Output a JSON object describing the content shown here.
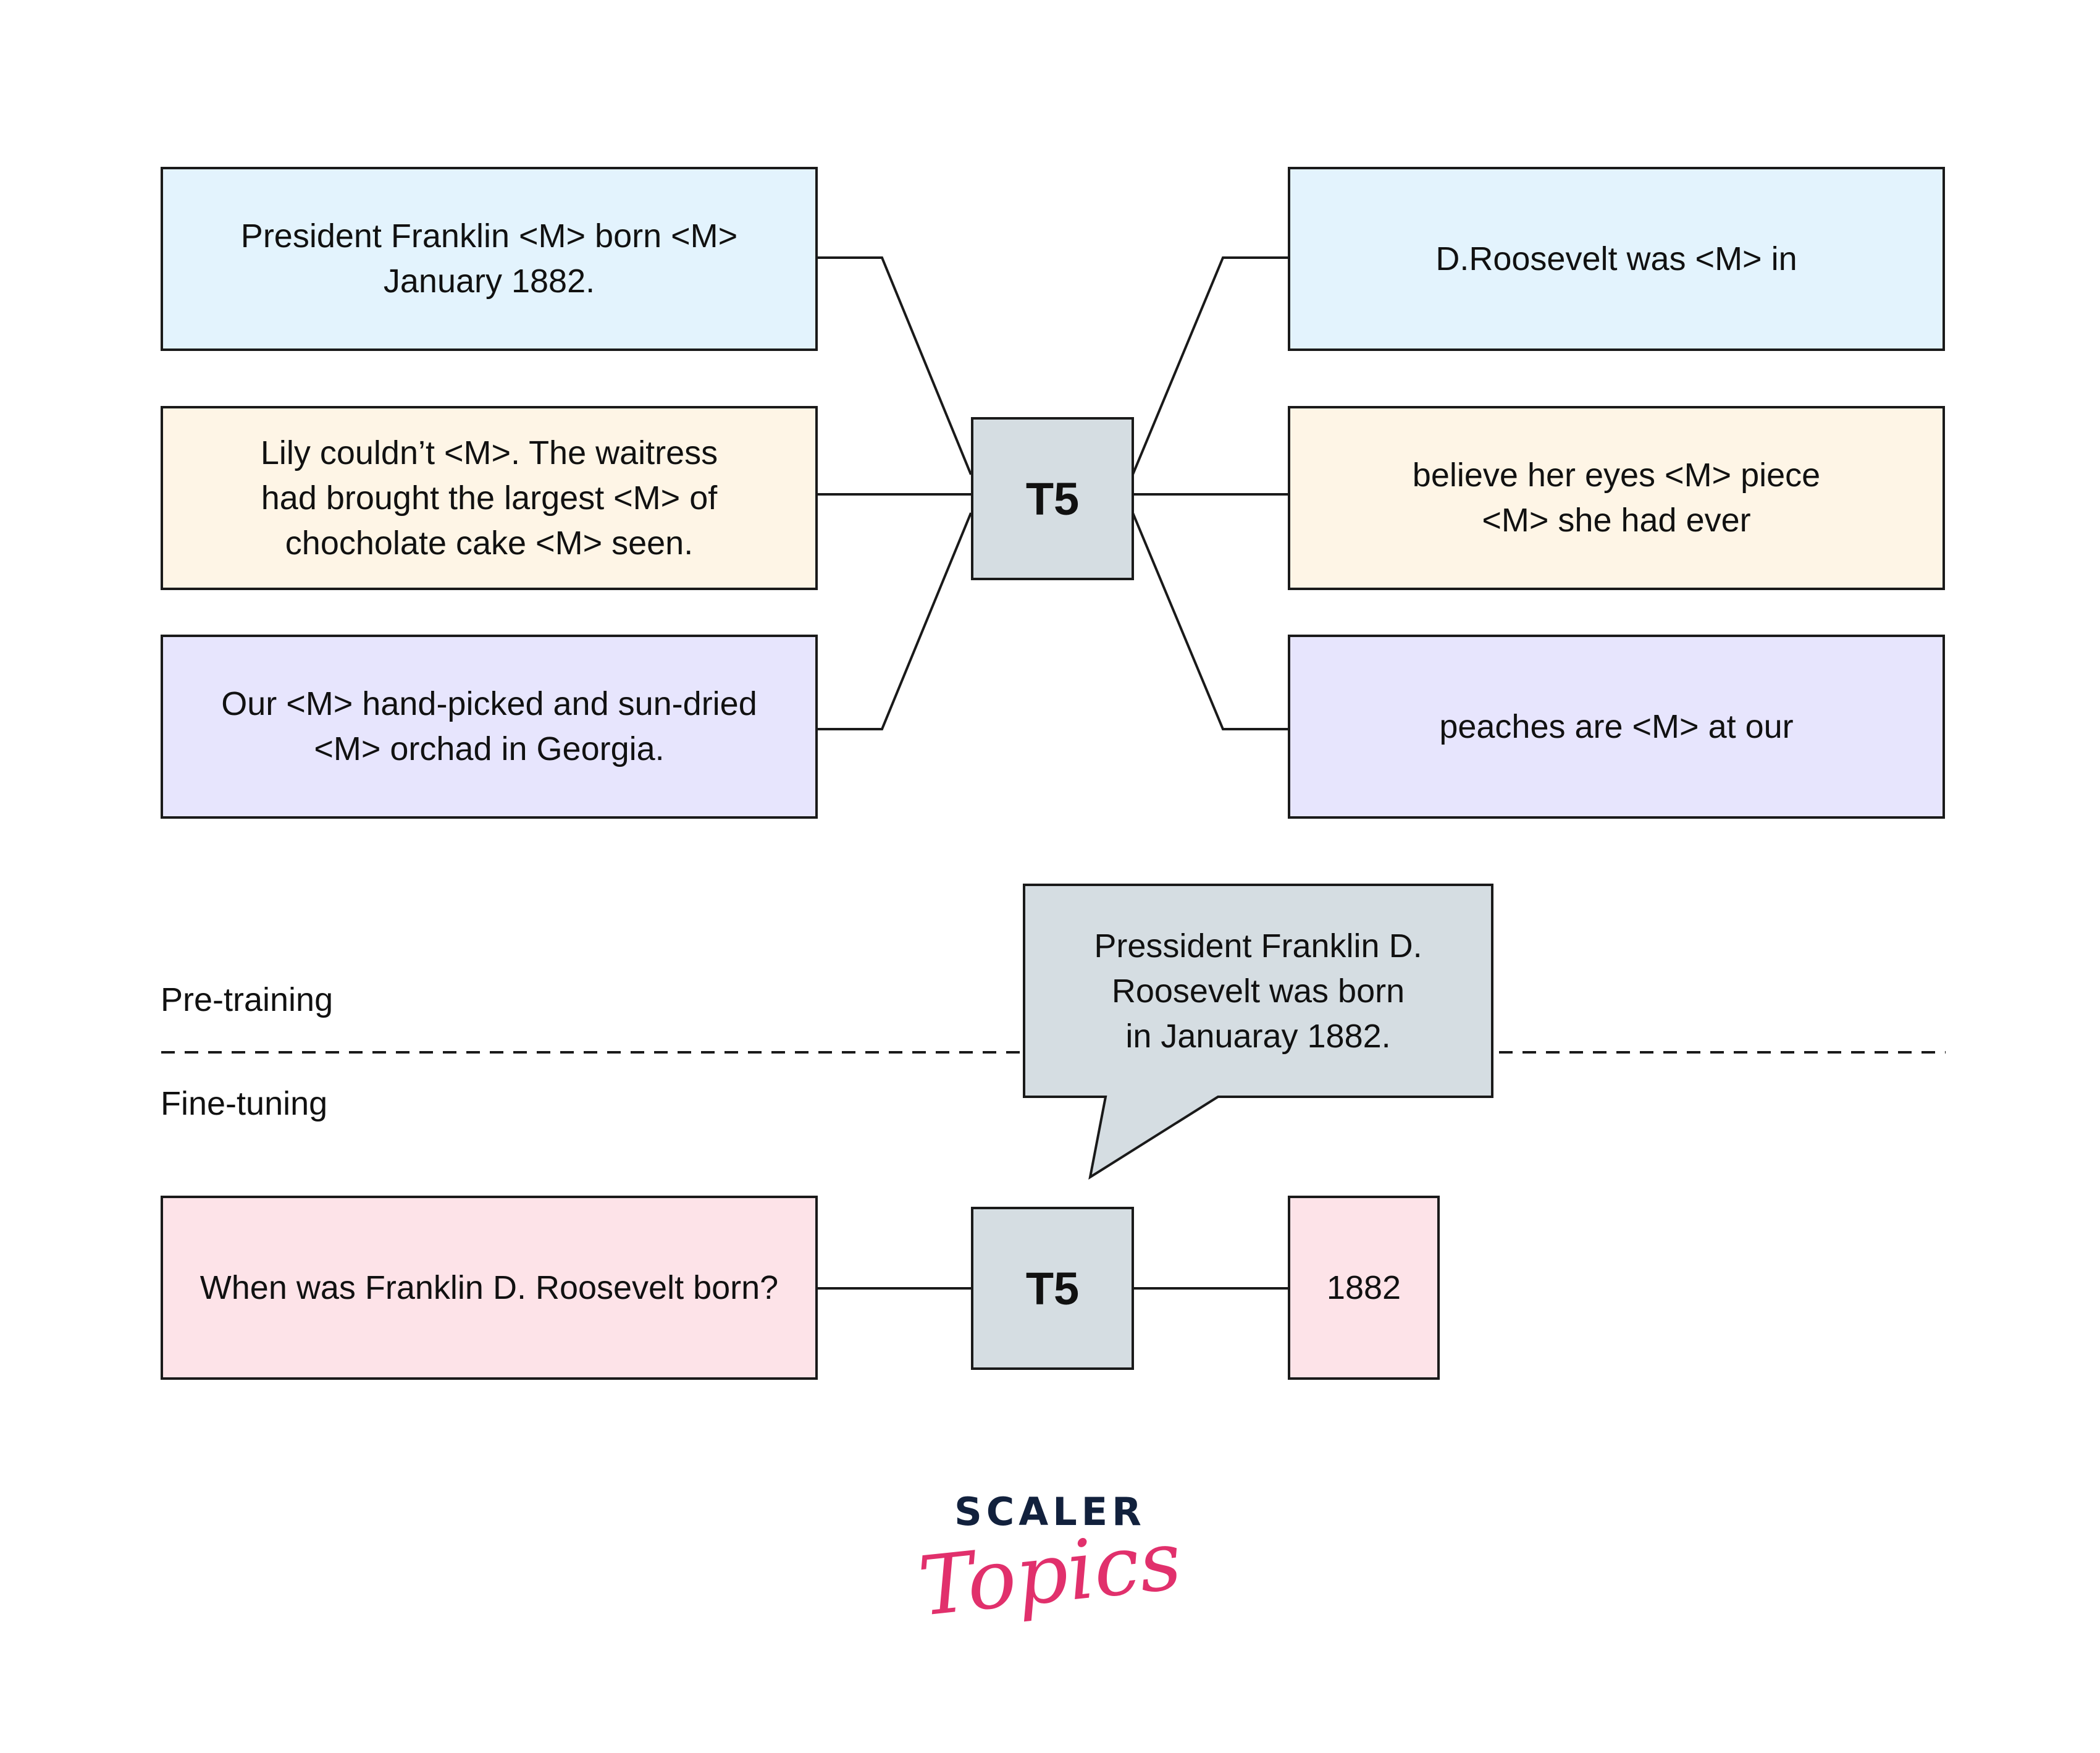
{
  "model_label": "T5",
  "pretraining": {
    "inputs": [
      {
        "lines": [
          "President Franklin <M> born <M>",
          "January 1882."
        ],
        "color": "#e3f3fd"
      },
      {
        "lines": [
          "Lily couldn’t <M>. The waitress",
          "had brought the largest <M> of",
          "chocholate cake <M> seen."
        ],
        "color": "#fef5e6"
      },
      {
        "lines": [
          "Our <M> hand-picked and sun-dried",
          "<M> orchad in Georgia."
        ],
        "color": "#e7e5fd"
      }
    ],
    "outputs": [
      {
        "lines": [
          "D.Roosevelt was <M> in"
        ],
        "color": "#e3f3fd"
      },
      {
        "lines": [
          "believe her eyes <M> piece",
          "<M> she had ever"
        ],
        "color": "#fef5e6"
      },
      {
        "lines": [
          "peaches are <M> at our"
        ],
        "color": "#e7e5fd"
      }
    ]
  },
  "stage_labels": {
    "pretraining": "Pre-training",
    "finetuning": "Fine-tuning"
  },
  "finetuning": {
    "question": "When was Franklin D. Roosevelt born?",
    "answer": "1882",
    "color": "#fde3e8",
    "speech_bubble": [
      "Pressident Franklin D.",
      "Roosevelt was born",
      "in Januaray 1882."
    ]
  },
  "logo": {
    "top": "SCALER",
    "bottom": "Topics",
    "top_color": "#12213d",
    "bottom_color": "#e1306c"
  }
}
